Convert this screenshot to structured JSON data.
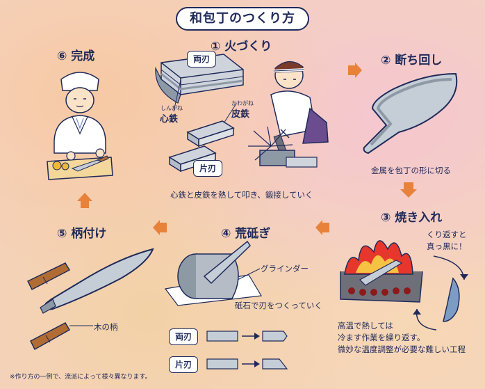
{
  "title": "和包丁のつくり方",
  "steps": {
    "s1": "① 火づくり",
    "s2": "② 断ち回し",
    "s3": "③ 焼き入れ",
    "s4": "④ 荒砥ぎ",
    "s5": "⑤ 柄付け",
    "s6": "⑥ 完成"
  },
  "labels": {
    "ryouba": "両刃",
    "kataba": "片刃",
    "shingane": "心鉄",
    "shingane_ruby": "しんがね",
    "kawagane": "皮鉄",
    "kawagane_ruby": "かわがね",
    "hizukuri_desc": "心鉄と皮鉄を熱して叩き、鍛接していく",
    "tachimawashi_desc": "金属を包丁の形に切る",
    "kurikaesu": "くり返すと",
    "makkuro": "真っ黒に！",
    "yakiire_desc": [
      "高温で熱しては",
      "冷ます作業を繰り返す。",
      "微妙な温度調整が必要な難しい工程"
    ],
    "grinder": "グラインダー",
    "toishi_desc": "砥石で刃をつくっていく",
    "ryouba2": "両刃",
    "kataba2": "片刃",
    "wood_handle": "木の柄",
    "footnote": "※作り方の一例で、流派によって様々異なります。"
  },
  "colors": {
    "ink": "#1f2a5a",
    "arrow": "#e8823a",
    "blade": "#c5cdd6",
    "blade_dark": "#8e99a6",
    "handle": "#b06c33",
    "fire": "#e7372c",
    "fire_yellow": "#f5c243",
    "steel_dark": "#6f6f7a"
  },
  "icons": [
    "arrow-right-icon",
    "arrow-down-icon",
    "arrow-left-icon",
    "arrow-up-icon",
    "sparks-icon",
    "fire-icon",
    "circular-arrow-icon"
  ]
}
